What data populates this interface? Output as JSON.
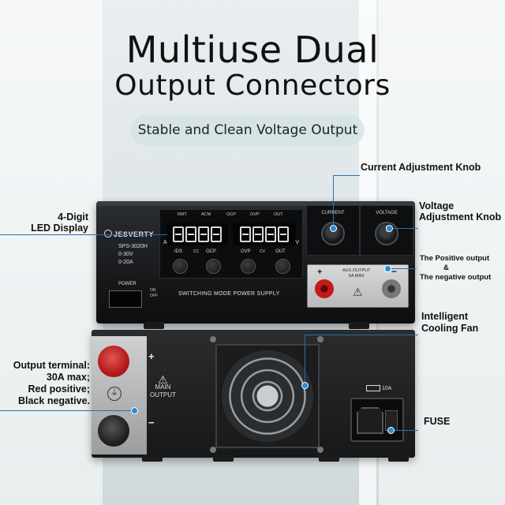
{
  "title_line1": "Multiuse Dual",
  "title_line2": "Output Connectors",
  "subtitle": "Stable and Clean Voltage Output",
  "accent_color": "#2a6fb0",
  "callouts": {
    "current_knob": "Current Adjustment Knob",
    "voltage_knob_line1": "Voltage",
    "voltage_knob_line2": "Adjustment Knob",
    "led_display_line1": "4-Digit",
    "led_display_line2": "LED Display",
    "positive_output": "The Positive output",
    "ampersand": "&",
    "negative_output": "The negative output",
    "cooling_fan_line1": "Intelligent",
    "cooling_fan_line2": "Cooling Fan",
    "output_terminal_line1": "Output terminal:",
    "output_terminal_line2": "30A max;",
    "output_terminal_line3": "Red positive;",
    "output_terminal_line4": "Black negative.",
    "fuse": "FUSE"
  },
  "front_panel": {
    "brand": "JESVERTY",
    "model": "SPS-3020H",
    "voltage_range": "0-30V",
    "current_range": "0-20A",
    "indicators": [
      "RMT",
      "ACM",
      "OCP",
      "OVP",
      "OUT"
    ],
    "unit_a": "A",
    "unit_v": "V",
    "cc": "CC",
    "cv": "CV",
    "buttons": [
      "IDS",
      "OCP",
      "OVP",
      "OUT"
    ],
    "current_label": "CURRENT",
    "voltage_label": "VOLTAGE",
    "aux_output_line1": "AUX.OUTPUT",
    "aux_output_line2": "5A MAX",
    "aux_plus": "+",
    "aux_minus": "−",
    "power_label": "POWER",
    "on_label": "ON",
    "off_label": "OFF",
    "caption": "SWITCHING MODE POWER SUPPLY"
  },
  "back_panel": {
    "plus": "+",
    "minus": "−",
    "main_output_line1": "MAIN",
    "main_output_line2": "OUTPUT",
    "fuse_rating": "10A"
  }
}
